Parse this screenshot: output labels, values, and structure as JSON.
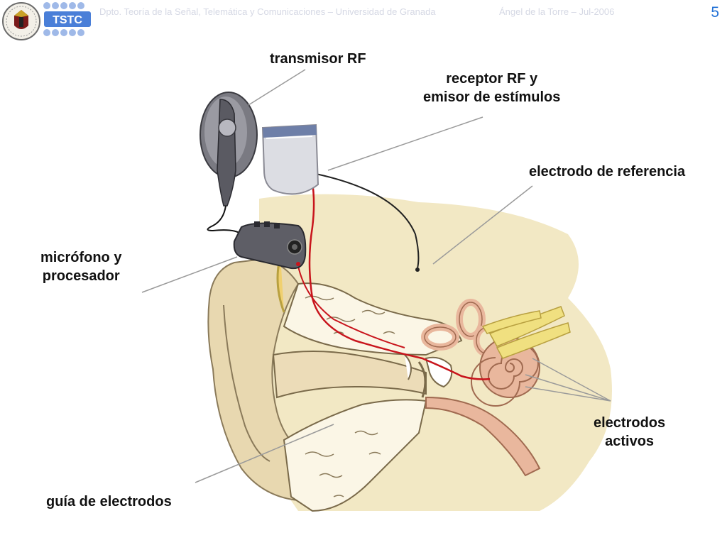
{
  "header": {
    "department": "Dpto. Teoría de la Señal, Telemática y Comunicaciones – Universidad de Granada",
    "author_date": "Ángel de la Torre – Jul-2006",
    "page_number": "5",
    "logo_text": "TSTC"
  },
  "labels": {
    "transmitter": "transmisor RF",
    "receiver_line1": "receptor RF y",
    "receiver_line2": "emisor de estímulos",
    "reference_electrode": "electrodo de referencia",
    "microphone_line1": "micrófono y",
    "microphone_line2": "procesador",
    "active_electrodes_line1": "electrodos",
    "active_electrodes_line2": "activos",
    "electrode_guide": "guía de electrodos"
  },
  "colors": {
    "skin": "#f2e8c4",
    "ear": "#e8d8b0",
    "bone": "#fbf6e6",
    "tissue": "#e9b79d",
    "lead_wire": "#c8141c",
    "device": "#5e5e66",
    "accent_blue": "#1f6fd6"
  }
}
